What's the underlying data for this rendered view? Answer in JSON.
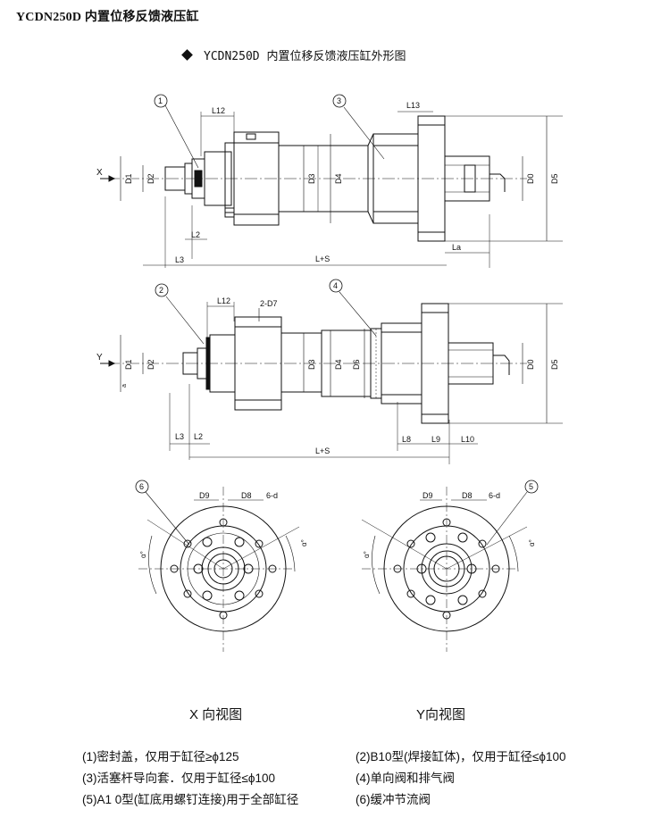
{
  "header": {
    "title": "YCDN250D 内置位移反馈液压缸"
  },
  "subtitle": {
    "text": "YCDN250D 内置位移反馈液压缸外形图"
  },
  "drawing_top": {
    "view_label": "X",
    "callouts": [
      "1",
      "3"
    ],
    "dims": {
      "l12": "L12",
      "l13": "L13",
      "l2": "L2",
      "l3": "L3",
      "ls": "L+S",
      "la": "La",
      "d1": "D1",
      "d2": "D2",
      "d3": "D3",
      "d4": "D4",
      "d0": "D0",
      "d5": "D5"
    }
  },
  "drawing_mid": {
    "view_label": "Y",
    "callouts": [
      "2",
      "4"
    ],
    "dims": {
      "l12": "L12",
      "d7": "2-D7",
      "l3": "L3",
      "l2": "L2",
      "ls": "L+S",
      "l8": "L8",
      "l9": "L9",
      "l10": "L10",
      "d1": "D1",
      "d2": "D2",
      "d3": "D3",
      "d4": "D4",
      "d6": "D6",
      "d0": "D0",
      "d5": "D5",
      "small": "a"
    }
  },
  "flange_x": {
    "callout": "6",
    "d9": "D9",
    "d8": "D8",
    "holes": "6-d",
    "a1": "α°",
    "a2": "α°"
  },
  "flange_y": {
    "callout": "5",
    "d9": "D9",
    "d8": "D8",
    "holes": "6-d",
    "a1": "α°",
    "a2": "α°"
  },
  "captions": {
    "x_view": "X 向视图",
    "y_view": "Y向视图"
  },
  "notes": [
    "(1)密封盖，仅用于缸径≥ϕ125",
    "(2)B10型(焊接缸体)，仅用于缸径≤ϕ100",
    "(3)活塞杆导向套．仅用于缸径≤ϕ100",
    "(4)单向阀和排气阀",
    "(5)A1 0型(缸底用螺钉连接)用于全部缸径",
    "(6)缓冲节流阀"
  ]
}
